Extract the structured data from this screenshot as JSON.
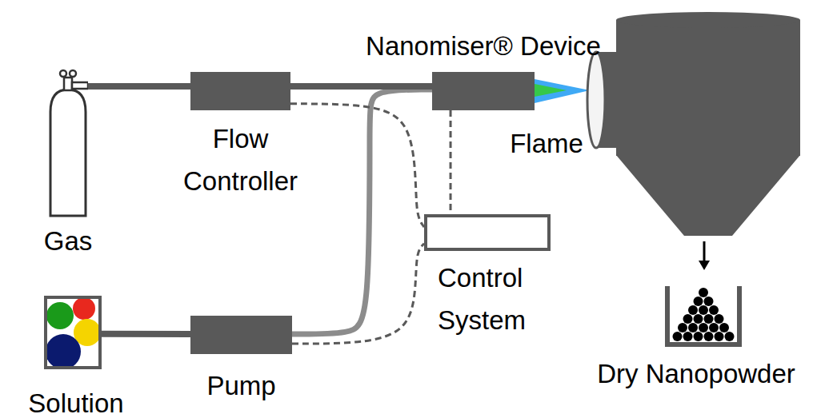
{
  "diagram": {
    "nodes": [
      {
        "text": [
          "Gas"
        ]
      },
      {
        "text": [
          "Flow Controller"
        ]
      },
      {
        "text": [
          "Nanomiser® Device"
        ]
      },
      {
        "text": [
          "Solution"
        ]
      },
      {
        "text": [
          "Pump"
        ]
      },
      {
        "text": [
          "Control System"
        ]
      }
    ],
    "edges": [
      {
        "from": 4,
        "to": 2,
        "arrow": "none"
      },
      {
        "from": 0,
        "to": 1,
        "arrow": "none"
      },
      {
        "from": 1,
        "to": 2,
        "arrow": "none"
      },
      {
        "from": 3,
        "to": 4,
        "arrow": "none"
      },
      {
        "from": 1,
        "to": 5,
        "arrow": "none"
      },
      {
        "from": 2,
        "to": 5,
        "arrow": "none"
      },
      {
        "from": 4,
        "to": 5,
        "arrow": "none"
      }
    ],
    "labels": [
      "Flame",
      "Dry Nanopowder"
    ]
  }
}
